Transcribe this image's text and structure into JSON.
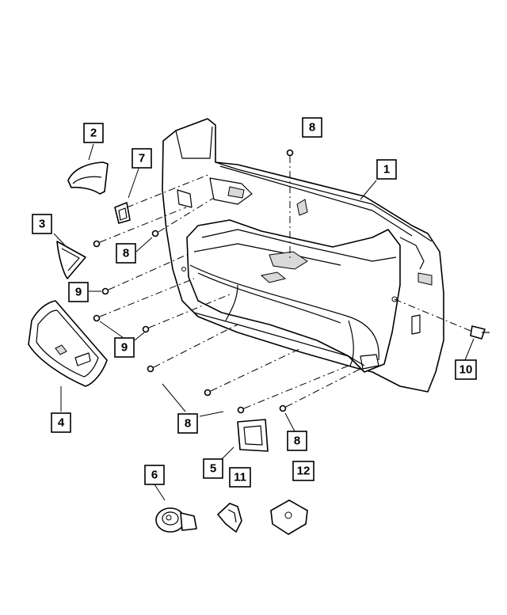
{
  "callouts": {
    "c1": "1",
    "c2": "2",
    "c3": "3",
    "c4": "4",
    "c5": "5",
    "c6": "6",
    "c7": "7",
    "c8a": "8",
    "c8b": "8",
    "c8c": "8",
    "c8d": "8",
    "c9a": "9",
    "c9b": "9",
    "c10": "10",
    "c11": "11",
    "c12": "12"
  }
}
